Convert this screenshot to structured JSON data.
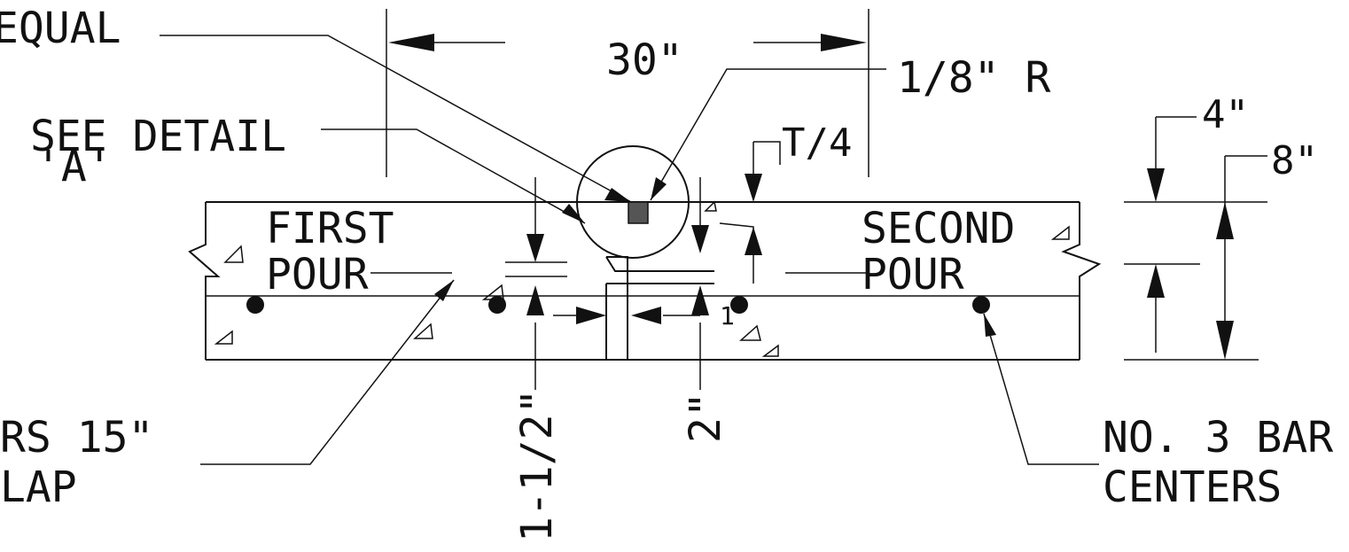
{
  "labels": {
    "equal": "EQUAL",
    "dim_30": "30\"",
    "dim_eighth_r": "1/8\" R",
    "see_detail_line1": "SEE DETAIL",
    "see_detail_line2": "'A'",
    "t_over_4": "T/4",
    "dim_4": "4\"",
    "dim_8": "8\"",
    "first_pour_line1": "FIRST",
    "first_pour_line2": "POUR",
    "second_pour_line1": "SECOND",
    "second_pour_line2": "POUR",
    "dim_1_5": "1-1/2\"",
    "dim_2": "2\"",
    "dim_1": "1",
    "bars_lap_line1": "RS 15\"",
    "bars_lap_line2": "LAP",
    "no3_bars_line1": "NO. 3 BAR",
    "no3_bars_line2": "CENTERS"
  }
}
